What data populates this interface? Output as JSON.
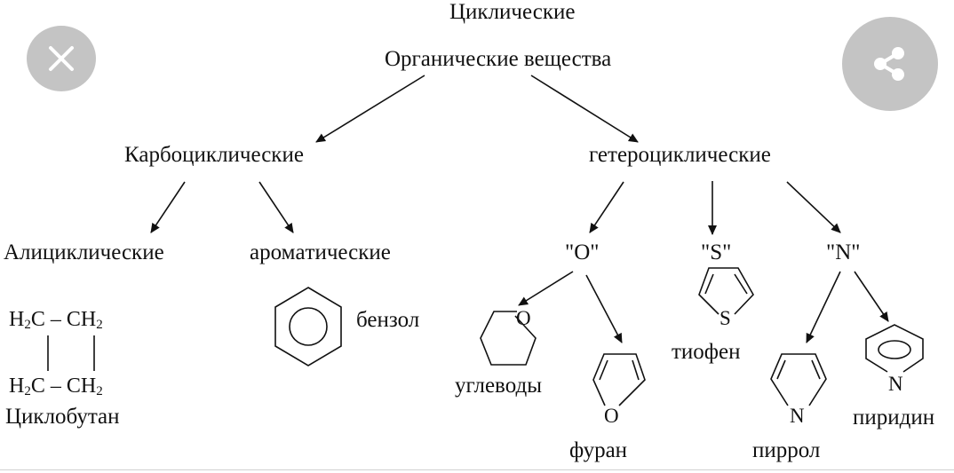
{
  "diagram": {
    "top_label": "Циклические",
    "root": "Органические вещества",
    "carbo": "Карбоциклические",
    "hetero": "гетероциклические",
    "alicyclic": "Алициклические",
    "aromatic": "аромaтические",
    "o_group": "\"O\"",
    "s_group": "\"S\"",
    "n_group": "\"N\"",
    "benzene": "бензол",
    "carbohydrates": "углеводы",
    "furan": "фуран",
    "thiophene": "тиофен",
    "pyrrole": "пиррол",
    "pyridine": "пиридин",
    "cyclobutan": "Циклобутан",
    "atom_o": "O",
    "atom_s": "S",
    "atom_n": "N",
    "h2c": "H",
    "ch2": "CH",
    "sub2": "2",
    "c_char": "C",
    "dash": "–"
  },
  "controls": {
    "close_icon": "close-icon",
    "share_icon": "share-icon"
  }
}
